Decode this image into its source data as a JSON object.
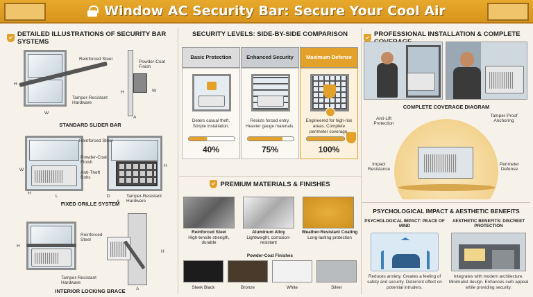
{
  "banner": {
    "title": "Window AC Security Bar: Secure Your Cool Air"
  },
  "illustrations": {
    "header": "Detailed Illustrations of Security Bar Systems",
    "slider": {
      "caption": "Standard Slider Bar",
      "labels": {
        "reinforced": "Reinforced Steel",
        "powder": "Powder-Coat Finish",
        "tamper": "Tamper-Resistant Hardware"
      },
      "dims": {
        "h": "H",
        "w": "W",
        "a": "A"
      }
    },
    "grille": {
      "caption": "Fixed Grille System",
      "labels": {
        "reinforced": "Reinforced Steel",
        "powder": "Powder-Coat Finish",
        "antitheft": "Anti-Theft Bolts",
        "tamper": "Tamper-Resistant Hardware"
      },
      "dims": {
        "h": "H",
        "w": "W",
        "l": "L",
        "d": "D",
        "a": "A"
      }
    },
    "brace": {
      "caption": "Interior Locking Brace",
      "labels": {
        "reinforced": "Reinforced Steel",
        "tamper": "Tamper-Resistant Hardware"
      },
      "dims": {
        "h": "H",
        "a": "A"
      }
    }
  },
  "levels": {
    "header": "Security Levels: Side-by-Side Comparison",
    "items": [
      {
        "title": "Basic Protection",
        "desc": "Deters casual theft. Simple installation.",
        "percent": "40%",
        "fill": 0.4
      },
      {
        "title": "Enhanced Security",
        "desc": "Resists forced entry. Heavier gauge materials.",
        "percent": "75%",
        "fill": 0.75
      },
      {
        "title": "Maximum Defense",
        "desc": "Engineered for high-risk areas. Complete perimeter coverage.",
        "percent": "100%",
        "fill": 1.0
      }
    ]
  },
  "materials": {
    "header": "Premium Materials & Finishes",
    "items": [
      {
        "name": "Reinforced Steel",
        "desc": "High-tensile strength, durable"
      },
      {
        "name": "Aluminum Alloy",
        "desc": "Lightweight, corrosion-resistant"
      },
      {
        "name": "Weather-Resistant Coating",
        "desc": "Long-lasting protection"
      }
    ],
    "finishes_title": "Powder-Coat Finishes",
    "finishes": [
      {
        "name": "Sleek Black",
        "color": "#1c1c1c"
      },
      {
        "name": "Bronze",
        "color": "#4a3a2c"
      },
      {
        "name": "White",
        "color": "#f2f2f2"
      },
      {
        "name": "Silver",
        "color": "#b9bcbf"
      }
    ]
  },
  "install": {
    "header": "Professional Installation & Complete Coverage",
    "coverage_title": "Complete Coverage Diagram",
    "coverage_labels": {
      "antilift": "Anti-Lift Protection",
      "tamper": "Tamper-Proof Anchoring",
      "impact": "Impact Resistance",
      "perimeter": "Perimeter Defense"
    }
  },
  "psych": {
    "header": "Psychological Impact & Aesthetic Benefits",
    "left_title": "Psychological Impact: Peace of Mind",
    "left_desc": "Reduces anxiety. Creates a feeling of safety and security. Deterrent effect on potential intruders.",
    "right_title": "Aesthetic Benefits: Discreet Protection",
    "right_desc": "Integrates with modern architecture. Minimalist design. Enhances curb appeal while providing security."
  },
  "colors": {
    "accent": "#e3a12a",
    "banner": "#d8951b"
  }
}
